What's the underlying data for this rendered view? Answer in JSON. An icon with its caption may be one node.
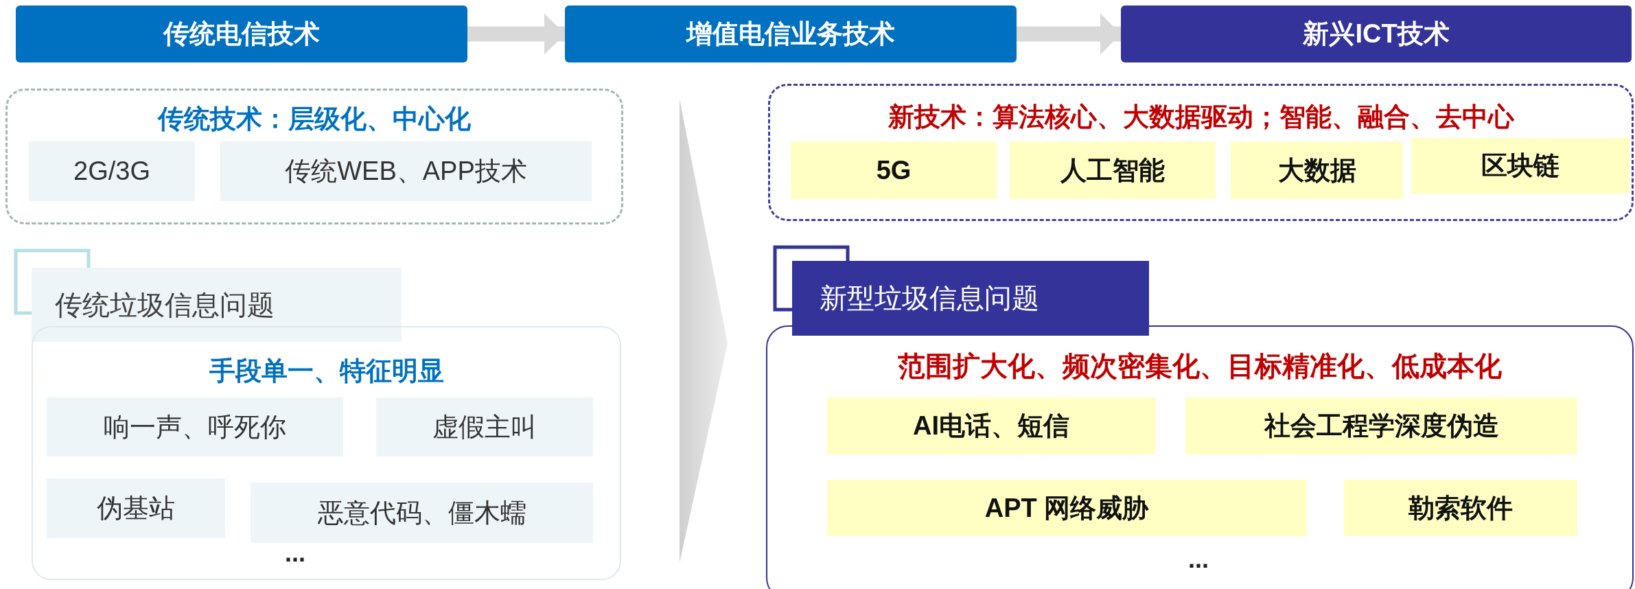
{
  "diagram": {
    "nodes": [
      {
        "text": [
          "传统电信技术"
        ]
      },
      {
        "text": [
          "增值电信业务技术"
        ]
      },
      {
        "text": [
          "新兴ICT技术"
        ]
      },
      {
        "text": [
          "传统技术：层级化、中心化"
        ]
      },
      {
        "text": [
          "2G/3G"
        ],
        "in": 3
      },
      {
        "text": [
          "传统WEB、APP技术"
        ],
        "in": 3
      },
      {
        "text": [
          "传统垃圾信息问题"
        ]
      },
      {
        "text": [
          "手段单一、特征明显",
          "..."
        ]
      },
      {
        "text": [
          "响一声、呼死你"
        ],
        "in": 7
      },
      {
        "text": [
          "虚假主叫"
        ],
        "in": 7
      },
      {
        "text": [
          "伪基站"
        ],
        "in": 7
      },
      {
        "text": [
          "恶意代码、僵木蠕"
        ],
        "in": 7
      },
      {
        "text": [
          "新技术：算法核心、大数据驱动；智能、融合、去中心"
        ]
      },
      {
        "text": [
          "5G"
        ],
        "in": 12
      },
      {
        "text": [
          "人工智能"
        ],
        "in": 12
      },
      {
        "text": [
          "大数据"
        ],
        "in": 12
      },
      {
        "text": [
          "区块链"
        ],
        "in": 12
      },
      {
        "text": [
          "新型垃圾信息问题"
        ]
      },
      {
        "text": [
          "范围扩大化、频次密集化、目标精准化、低成本化",
          "..."
        ]
      },
      {
        "text": [
          "AI电话、短信"
        ],
        "in": 18
      },
      {
        "text": [
          "社会工程学深度伪造"
        ],
        "in": 18
      },
      {
        "text": [
          "APT 网络威胁"
        ],
        "in": 18
      },
      {
        "text": [
          "勒索软件"
        ],
        "in": 18
      }
    ],
    "edges": [
      {
        "from": 0,
        "to": 1,
        "arrow": "to"
      },
      {
        "from": 1,
        "to": 2,
        "arrow": "to"
      }
    ]
  }
}
